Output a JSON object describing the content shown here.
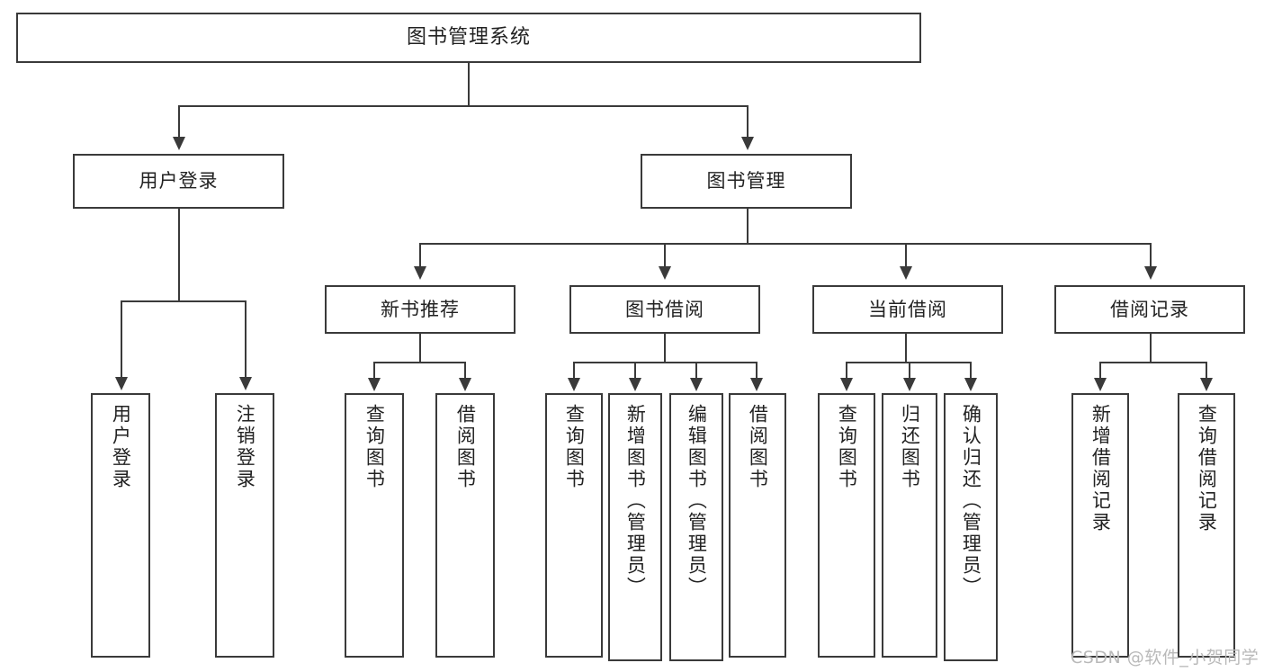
{
  "diagram": {
    "title": "图书管理系统",
    "type": "hierarchy-tree",
    "root": {
      "id": "root",
      "label": "图书管理系统"
    },
    "level2": [
      {
        "id": "user-login",
        "label": "用户登录"
      },
      {
        "id": "book-management",
        "label": "图书管理"
      }
    ],
    "level3": [
      {
        "id": "new-book-recommend",
        "label": "新书推荐",
        "parent": "book-management"
      },
      {
        "id": "book-borrow",
        "label": "图书借阅",
        "parent": "book-management"
      },
      {
        "id": "current-borrow",
        "label": "当前借阅",
        "parent": "book-management"
      },
      {
        "id": "borrow-record",
        "label": "借阅记录",
        "parent": "book-management"
      }
    ],
    "leaves": [
      {
        "id": "leaf-user-login",
        "label": "用户登录",
        "parent": "user-login"
      },
      {
        "id": "leaf-logout",
        "label": "注销登录",
        "parent": "user-login"
      },
      {
        "id": "leaf-query-book-1",
        "label": "查询图书",
        "parent": "new-book-recommend"
      },
      {
        "id": "leaf-borrow-book-1",
        "label": "借阅图书",
        "parent": "new-book-recommend"
      },
      {
        "id": "leaf-query-book-2",
        "label": "查询图书",
        "parent": "book-borrow"
      },
      {
        "id": "leaf-add-book",
        "label": "新增图书（管理员）",
        "parent": "book-borrow"
      },
      {
        "id": "leaf-edit-book",
        "label": "编辑图书（管理员）",
        "parent": "book-borrow"
      },
      {
        "id": "leaf-borrow-book-2",
        "label": "借阅图书",
        "parent": "book-borrow"
      },
      {
        "id": "leaf-query-book-3",
        "label": "查询图书",
        "parent": "current-borrow"
      },
      {
        "id": "leaf-return-book",
        "label": "归还图书",
        "parent": "current-borrow"
      },
      {
        "id": "leaf-confirm-return",
        "label": "确认归还（管理员）",
        "parent": "current-borrow"
      },
      {
        "id": "leaf-add-record",
        "label": "新增借阅记录",
        "parent": "borrow-record"
      },
      {
        "id": "leaf-query-record",
        "label": "查询借阅记录",
        "parent": "borrow-record"
      }
    ]
  },
  "watermark": {
    "text": "CSDN @软件_小贺同学"
  },
  "colors": {
    "stroke": "#3a3a3a",
    "fill": "#ffffff",
    "text": "#222222",
    "watermark": "#b9b9b9"
  }
}
